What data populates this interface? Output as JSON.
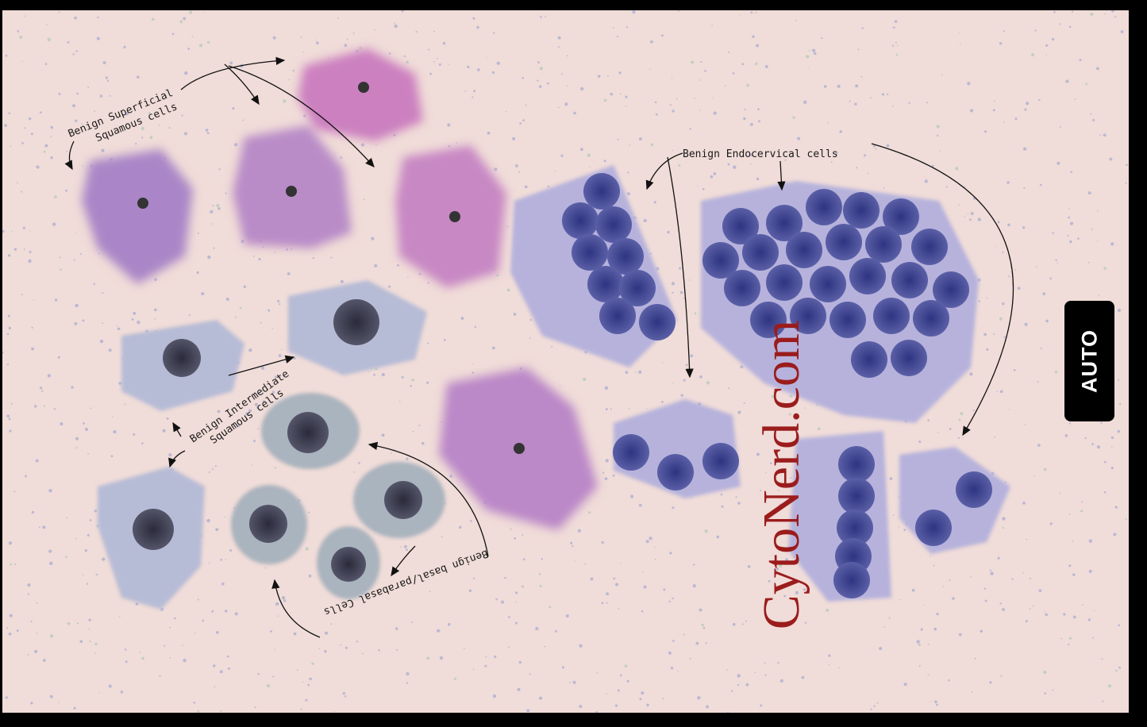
{
  "labels": {
    "superficial": [
      "Benign Superficial",
      "Squamous cells"
    ],
    "intermediate": [
      "Benign Intermediate",
      "Squamous cells"
    ],
    "basal": "Benign basal/parabasal Cells",
    "endocervical": "Benign Endocervical cells"
  },
  "watermark": "CytoNerd.com",
  "auto_button": "AUTO",
  "colors": {
    "background": "#f0dcd8",
    "superficial": "#b88fc9",
    "superficial_pink": "#cc80c0",
    "intermediate": "#b7bcd6",
    "basal": "#aab4be",
    "endocervical": "#4c4f96",
    "watermark": "#9b1c1c"
  }
}
